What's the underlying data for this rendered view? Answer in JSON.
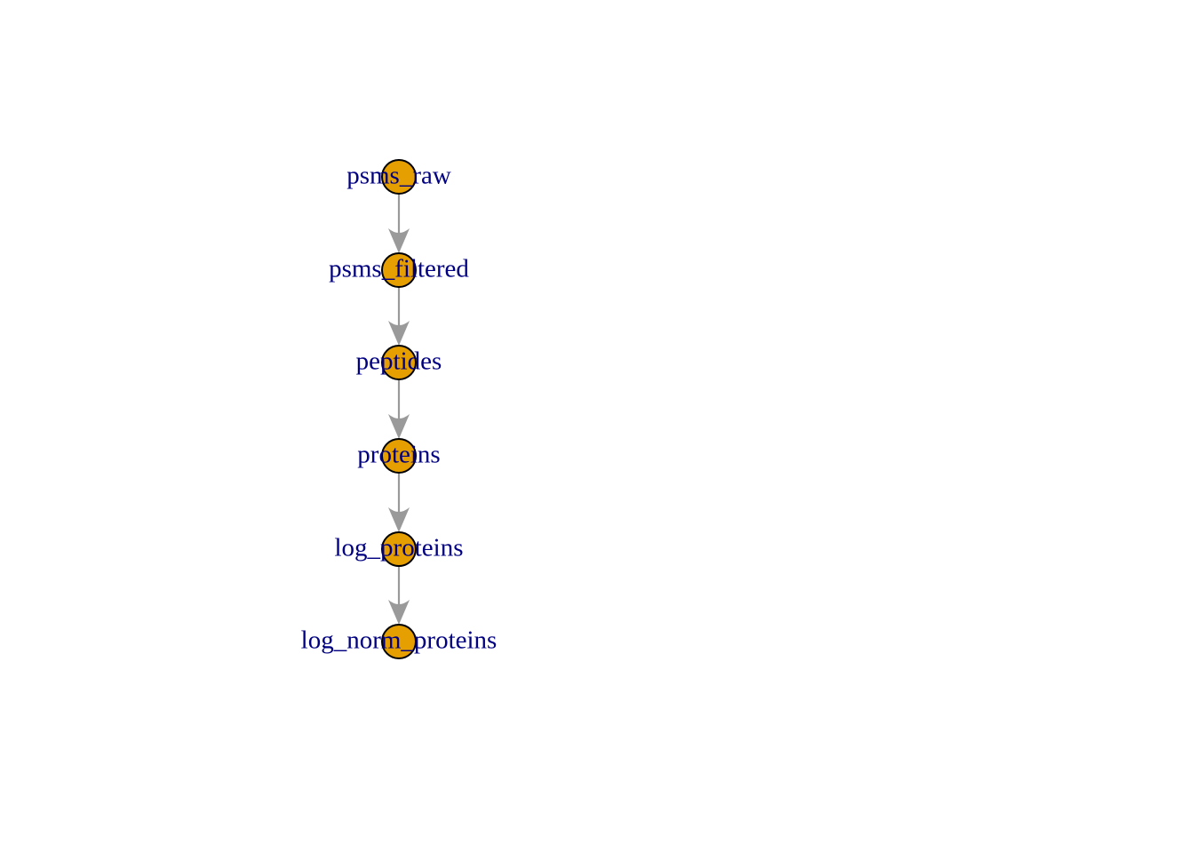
{
  "graph": {
    "nodes": [
      {
        "id": "psms_raw",
        "label": "psms_raw"
      },
      {
        "id": "psms_filtered",
        "label": "psms_filtered"
      },
      {
        "id": "peptides",
        "label": "peptides"
      },
      {
        "id": "proteins",
        "label": "proteins"
      },
      {
        "id": "log_proteins",
        "label": "log_proteins"
      },
      {
        "id": "log_norm_proteins",
        "label": "log_norm_proteins"
      }
    ],
    "edges": [
      {
        "from": "psms_raw",
        "to": "psms_filtered"
      },
      {
        "from": "psms_filtered",
        "to": "peptides"
      },
      {
        "from": "peptides",
        "to": "proteins"
      },
      {
        "from": "proteins",
        "to": "log_proteins"
      },
      {
        "from": "log_proteins",
        "to": "log_norm_proteins"
      }
    ],
    "colors": {
      "node_fill": "#E69F00",
      "node_stroke": "#000000",
      "edge": "#9A9A9A",
      "label": "#000080"
    }
  }
}
